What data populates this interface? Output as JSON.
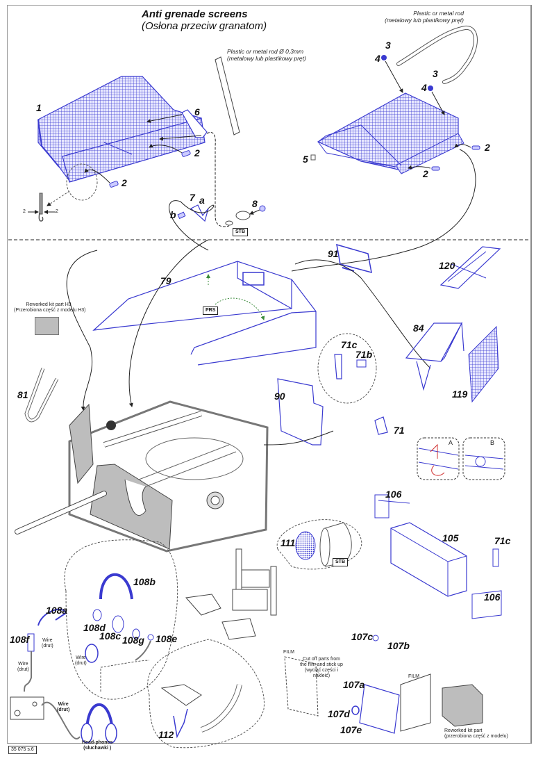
{
  "title": {
    "main": "Anti grenade screens",
    "sub": "(Osłona przeciw granatom)"
  },
  "notes": {
    "rod_top_right_en": "Plastic or metal rod",
    "rod_top_right_pl": "(metalowy lub plastikowy pręt)",
    "rod_center_en": "Plastic or metal rod Ø 0,3mm",
    "rod_center_pl": "(metalowy lub plastikowy pręt)",
    "reworked_h3_en": "Reworked kit part H3",
    "reworked_h3_pl": "(Przerobiona część z modelu H3)",
    "film_label": "FILM",
    "film_label_2": "FILM",
    "film_cut_en": "Cut off parts from",
    "film_cut_en2": "the film and stick up",
    "film_cut_pl": "(wyciąć części i",
    "film_cut_pl2": "nakleić)",
    "reworked_en": "Reworked kit part",
    "reworked_pl": "(przerobiona część z modelu)",
    "wire_en": "Wire",
    "wire_pl": "(drut)",
    "headphones_en": "Head-phones",
    "headphones_pl": "(słuchawki )",
    "detail_a": "A",
    "detail_b": "B",
    "dim_left": "2",
    "dim_right": "2",
    "sheet_code": "35 075 s.6"
  },
  "boxes": {
    "stb_1": "STB",
    "stb_2": "STB",
    "prs": "PRS"
  },
  "part_labels": {
    "p1": "1",
    "p2a": "2",
    "p2b": "2",
    "p2c": "2",
    "p2d": "2",
    "p3a": "3",
    "p3b": "3",
    "p4a": "4",
    "p4b": "4",
    "p5": "5",
    "p6": "6",
    "p7": "7",
    "p7a": "a",
    "p7b": "b",
    "p8": "8",
    "p79": "79",
    "p91": "91",
    "p120": "120",
    "p84": "84",
    "p119": "119",
    "p81": "81",
    "p90": "90",
    "p71": "71",
    "p71b": "71b",
    "p71c": "71c",
    "p71c_2": "71c",
    "p106a": "106",
    "p106b": "106",
    "p105": "105",
    "p111": "111",
    "p108a": "108a",
    "p108b": "108b",
    "p108c": "108c",
    "p108d": "108d",
    "p108e": "108e",
    "p108f": "108f",
    "p108g": "108g",
    "p107a": "107a",
    "p107b": "107b",
    "p107c": "107c",
    "p107d": "107d",
    "p107e": "107e",
    "p112": "112"
  },
  "colors": {
    "part_blue": "#3a3ad0",
    "kit_grey": "#bdbdbd",
    "line_dark": "#222222",
    "prs_arrow_green": "#3a8a3a",
    "detail_red": "#d03030"
  }
}
